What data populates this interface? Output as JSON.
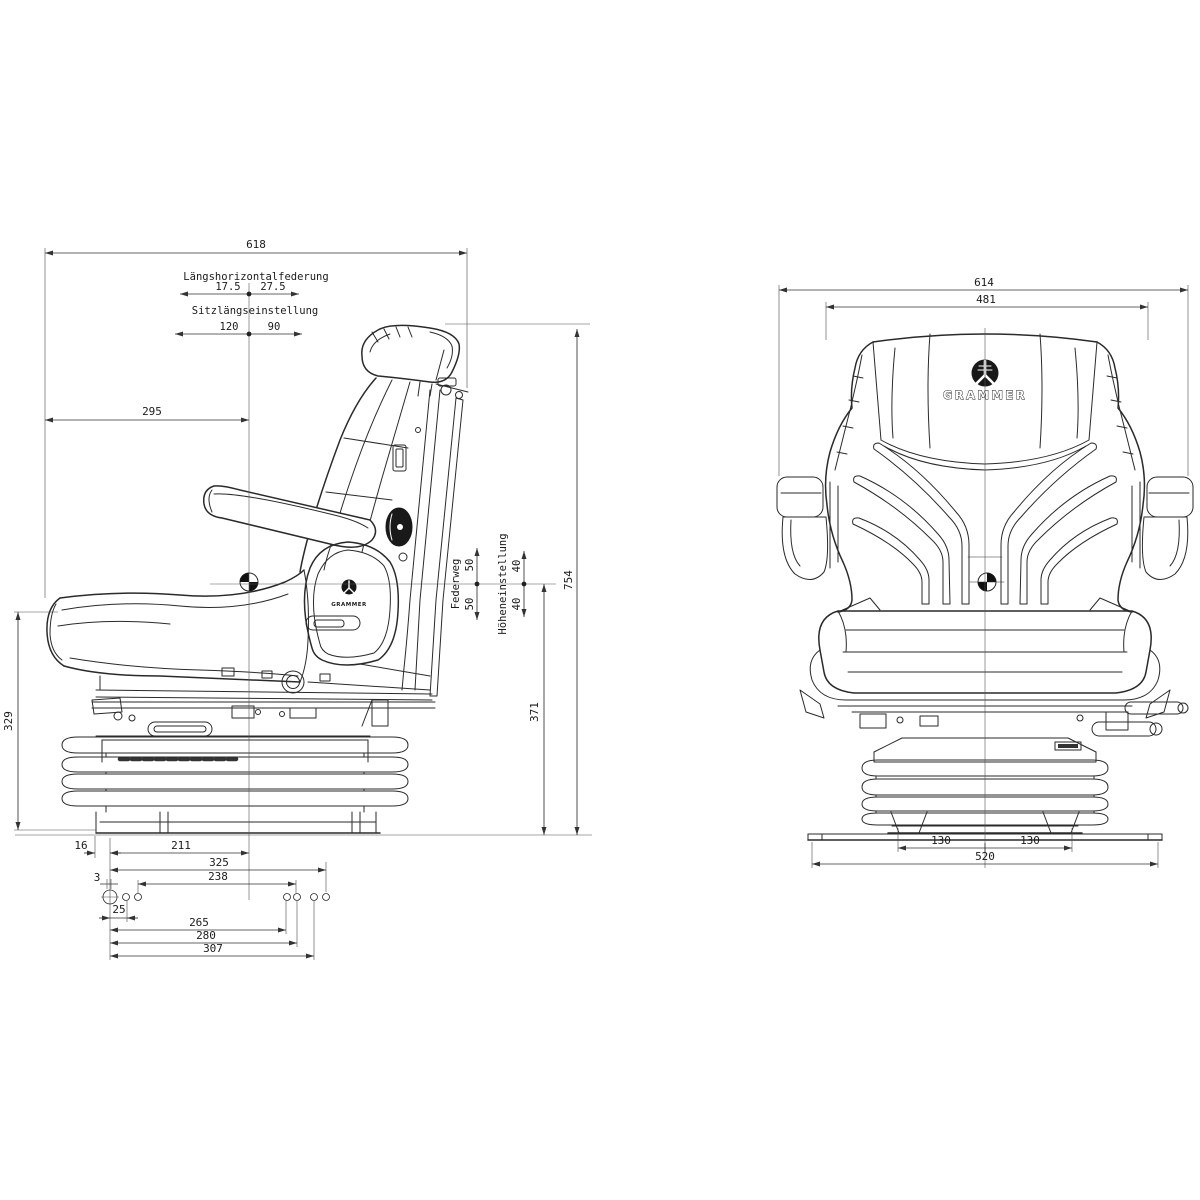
{
  "drawing": {
    "side_view": {
      "overall_width": "618",
      "long_suspension_label": "Längshorizontalfederung",
      "long_suspension_back": "17.5",
      "long_suspension_front": "27.5",
      "seat_length_label": "Sitzlängseinstellung",
      "seat_length_back": "120",
      "seat_length_front": "90",
      "backrest_to_ref": "295",
      "overall_height": "754",
      "ref_height": "371",
      "travel_label": "Federweg",
      "travel_up": "50",
      "travel_down": "50",
      "height_adj_label": "Höheneinstellung",
      "height_adj_up": "40",
      "height_adj_down": "40",
      "cushion_height": "329",
      "base_edge_offset": "16",
      "hole_to_center": "211",
      "hole_span_325": "325",
      "hole_span_238": "238",
      "hole_offset_3": "3",
      "hole_offset_25": "25",
      "hole_span_265": "265",
      "hole_span_280": "280",
      "hole_span_307": "307",
      "logo_text": "GRAMMER"
    },
    "front_view": {
      "overall_width": "614",
      "backrest_width": "481",
      "bolt_spacing_left": "130",
      "bolt_spacing_right": "130",
      "base_width": "520",
      "logo_text": "GRAMMER"
    }
  },
  "colors": {
    "line": "#2a2a2a",
    "dimension": "#333333",
    "background": "#ffffff",
    "logo": "#161616"
  }
}
